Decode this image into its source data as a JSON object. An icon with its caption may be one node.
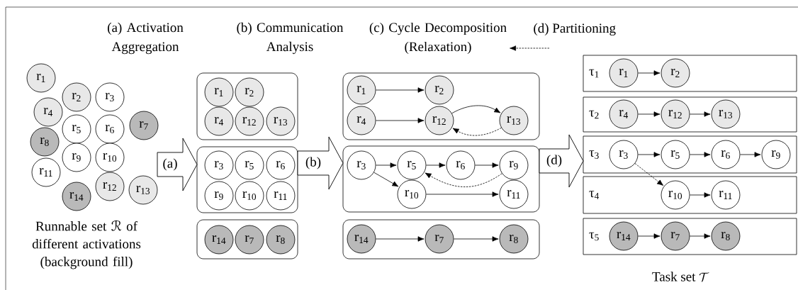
{
  "diagram": {
    "nodes": [
      {
        "text": [
          "(c) Cycle Decomposition (Relaxation)"
        ]
      },
      {
        "text": [
          "r$_{1}$"
        ]
      },
      {
        "text": [
          "r$_{2}$"
        ]
      },
      {
        "text": [
          "r$_{3}$"
        ]
      },
      {
        "text": [
          "r$_{4}$"
        ]
      },
      {
        "text": [
          "r$_{5}$"
        ]
      },
      {
        "text": [
          "r$_{6}$"
        ]
      },
      {
        "text": [
          "r$_{7}$"
        ]
      },
      {
        "text": [
          "r$_{8}$"
        ]
      },
      {
        "text": [
          "r$_{9}$"
        ]
      },
      {
        "text": [
          "r$_{10}$"
        ]
      },
      {
        "text": [
          "r$_{11}$"
        ]
      },
      {
        "text": [
          "r$_{12}$"
        ]
      },
      {
        "text": [
          "r$_{13}$"
        ]
      },
      {
        "text": [
          "r$_{14}$"
        ]
      },
      {
        "text": [],
        "shape": "box"
      },
      {
        "text": [
          "r$_{1}$"
        ],
        "in": 15
      },
      {
        "text": [
          "r$_{2}$"
        ],
        "in": 15
      },
      {
        "text": [
          "r$_{4}$"
        ],
        "in": 15
      },
      {
        "text": [
          "r$_{12}$"
        ],
        "in": 15
      },
      {
        "text": [
          "r$_{13}$"
        ],
        "in": 15
      },
      {
        "text": [],
        "shape": "box"
      },
      {
        "text": [
          "r$_{3}$"
        ],
        "in": 21
      },
      {
        "text": [
          "r$_{5}$"
        ],
        "in": 21
      },
      {
        "text": [
          "r$_{6}$"
        ],
        "in": 21
      },
      {
        "text": [
          "r$_{9}$"
        ],
        "in": 21
      },
      {
        "text": [
          "r$_{10}$"
        ],
        "in": 21
      },
      {
        "text": [
          "r$_{11}$"
        ],
        "in": 21
      },
      {
        "text": [],
        "shape": "box"
      },
      {
        "text": [
          "r$_{14}$"
        ],
        "in": 28
      },
      {
        "text": [
          "r$_{7}$"
        ],
        "in": 28
      },
      {
        "text": [
          "r$_{8}$"
        ],
        "in": 28
      },
      {
        "text": [],
        "shape": "box"
      },
      {
        "text": [
          "r$_{1}$"
        ],
        "in": 32
      },
      {
        "text": [
          "r$_{2}$"
        ],
        "in": 32
      },
      {
        "text": [
          "r$_{4}$"
        ],
        "in": 32
      },
      {
        "text": [
          "r$_{12}$"
        ],
        "in": 32
      },
      {
        "text": [
          "r$_{13}$"
        ],
        "in": 32
      },
      {
        "text": [],
        "shape": "box"
      },
      {
        "text": [
          "r$_{3}$"
        ],
        "in": 38
      },
      {
        "text": [
          "r$_{5}$"
        ],
        "in": 38
      },
      {
        "text": [
          "r$_{6}$"
        ],
        "in": 38
      },
      {
        "text": [
          "r$_{9}$"
        ],
        "in": 38
      },
      {
        "text": [
          "r$_{10}$"
        ],
        "in": 38
      },
      {
        "text": [
          "r$_{11}$"
        ],
        "in": 38
      },
      {
        "text": [],
        "shape": "box"
      },
      {
        "text": [
          "r$_{14}$"
        ],
        "in": 45
      },
      {
        "text": [
          "r$_{7}$"
        ],
        "in": 45
      },
      {
        "text": [
          "r$_{8}$"
        ],
        "in": 45
      },
      {
        "text": [
          "τ$_{1}$"
        ]
      },
      {
        "text": [
          "r$_{1}$"
        ],
        "in": 49
      },
      {
        "text": [
          "r$_{2}$"
        ],
        "in": 49
      },
      {
        "text": [
          "τ$_{2}$"
        ]
      },
      {
        "text": [
          "r$_{4}$"
        ],
        "in": 52
      },
      {
        "text": [
          "r$_{12}$"
        ],
        "in": 52
      },
      {
        "text": [
          "r$_{13}$"
        ],
        "in": 52
      },
      {
        "text": [
          "τ$_{3}$"
        ]
      },
      {
        "text": [
          "r$_{3}$"
        ],
        "in": 56
      },
      {
        "text": [
          "r$_{5}$"
        ],
        "in": 56
      },
      {
        "text": [
          "r$_{6}$"
        ],
        "in": 56
      },
      {
        "text": [
          "r$_{9}$"
        ],
        "in": 56
      },
      {
        "text": [
          "τ$_{4}$"
        ]
      },
      {
        "text": [
          "r$_{10}$"
        ],
        "in": 61
      },
      {
        "text": [
          "r$_{11}$"
        ],
        "in": 61
      },
      {
        "text": [
          "τ$_{5}$"
        ]
      },
      {
        "text": [
          "r$_{14}$"
        ],
        "in": 64
      },
      {
        "text": [
          "r$_{7}$"
        ],
        "in": 64
      },
      {
        "text": [
          "r$_{8}$"
        ],
        "in": 64
      }
    ],
    "edges": [
      {
        "from": 33,
        "to": 34,
        "arrow": "to"
      },
      {
        "from": 35,
        "to": 36,
        "arrow": "to"
      },
      {
        "from": 36,
        "to": 37,
        "arrow": "to"
      },
      {
        "from": 37,
        "to": 36,
        "arrow": "to",
        "style": "dashed"
      },
      {
        "from": 39,
        "to": 40,
        "arrow": "to"
      },
      {
        "from": 39,
        "to": 43,
        "arrow": "to"
      },
      {
        "from": 40,
        "to": 41,
        "arrow": "to"
      },
      {
        "from": 41,
        "to": 42,
        "arrow": "to"
      },
      {
        "from": 42,
        "to": 40,
        "arrow": "to",
        "style": "dashed"
      },
      {
        "from": 43,
        "to": 44,
        "arrow": "to"
      },
      {
        "from": 46,
        "to": 47,
        "arrow": "to"
      },
      {
        "from": 47,
        "to": 48,
        "arrow": "to"
      },
      {
        "from": 50,
        "to": 51,
        "arrow": "to"
      },
      {
        "from": 53,
        "to": 54,
        "arrow": "to"
      },
      {
        "from": 54,
        "to": 55,
        "arrow": "to"
      },
      {
        "from": 57,
        "to": 58,
        "arrow": "to"
      },
      {
        "from": 58,
        "to": 59,
        "arrow": "to"
      },
      {
        "from": 59,
        "to": 60,
        "arrow": "to"
      },
      {
        "from": 57,
        "to": 62,
        "arrow": "to",
        "style": "dashed"
      },
      {
        "from": 62,
        "to": 63,
        "arrow": "to"
      },
      {
        "from": 65,
        "to": 66,
        "arrow": "to"
      },
      {
        "from": 66,
        "to": 67,
        "arrow": "to"
      },
      {
        "from": null,
        "to": 21,
        "arrow": "to",
        "style": "thick",
        "label": "(a)"
      },
      {
        "from": 21,
        "to": 38,
        "arrow": "to",
        "style": "thick",
        "label": "(b)"
      },
      {
        "from": 38,
        "to": 56,
        "arrow": "to",
        "style": "thick",
        "label": "(d)"
      },
      {
        "from": null,
        "to": 0,
        "arrow": "to",
        "style": "dashed"
      }
    ],
    "labels": [
      "(a) Activation Aggregation",
      "(b) Communication Analysis",
      "(d) Partitioning",
      "Runnable set ℛ of different activations (background fill)",
      "Task set",
      "\\mathcal{T}"
    ]
  }
}
